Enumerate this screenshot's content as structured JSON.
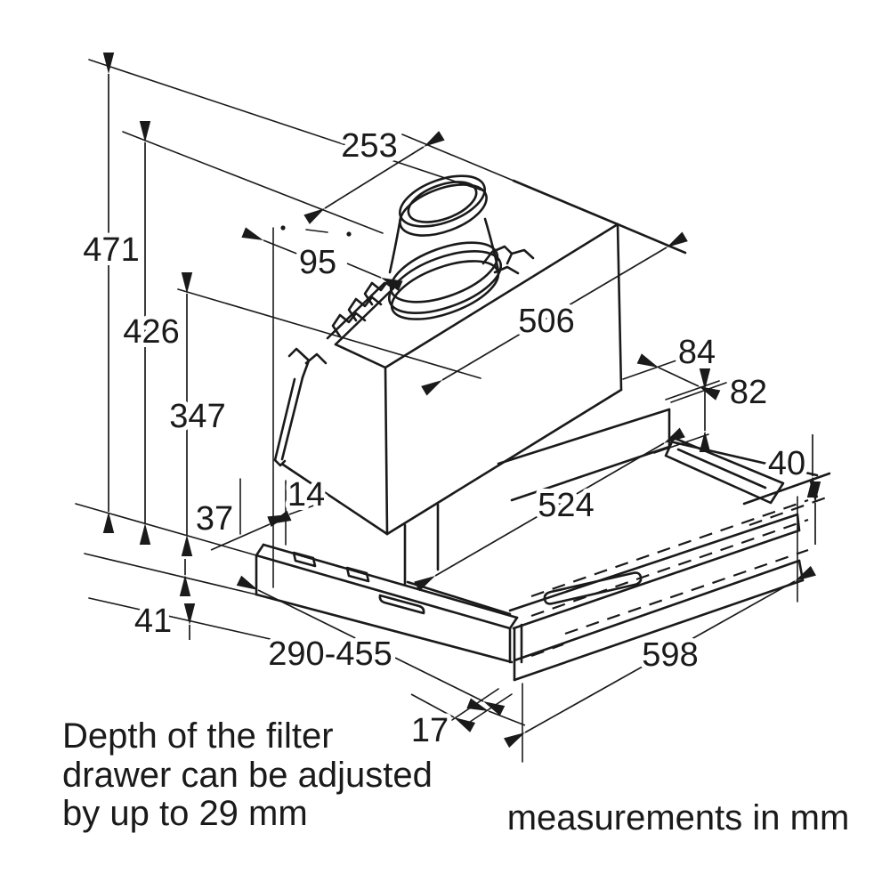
{
  "diagram": {
    "dims": {
      "d253": "253",
      "d471": "471",
      "d95": "95",
      "d426": "426",
      "d506": "506",
      "d84": "84",
      "d82": "82",
      "d347": "347",
      "d40": "40",
      "d14": "14",
      "d37": "37",
      "d524": "524",
      "d41": "41",
      "d290_455": "290-455",
      "d598": "598",
      "d17": "17"
    },
    "note": {
      "line1": "Depth of the filter",
      "line2": "drawer can be adjusted",
      "line3": "by up to 29 mm"
    },
    "units_note": "measurements in mm",
    "colors": {
      "line": "#1a1a1a",
      "background": "#ffffff"
    }
  }
}
